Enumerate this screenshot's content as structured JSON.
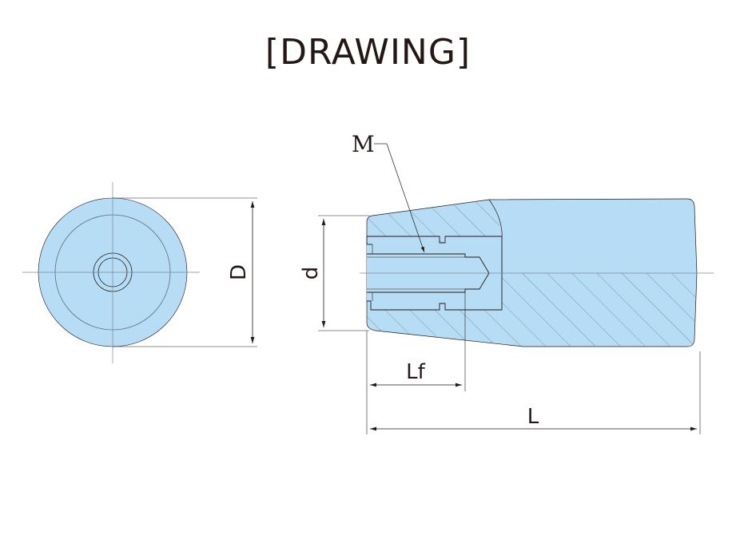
{
  "title": "[DRAWING]",
  "labels": {
    "D": "D",
    "d": "d",
    "M": "M",
    "Lf": "Lf",
    "L": "L"
  },
  "colors": {
    "fill": "#b7dcf5",
    "line": "#231815",
    "center": "#8aa0b4"
  }
}
